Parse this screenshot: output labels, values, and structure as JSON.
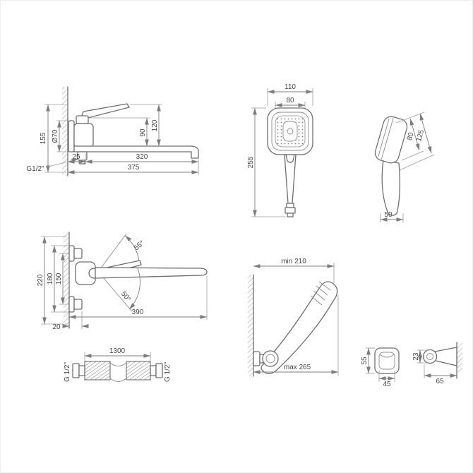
{
  "colors": {
    "line": "#6e6e6e",
    "dim_line": "#7d7d7d",
    "text": "#474747"
  },
  "drawing": {
    "views": {
      "wall_faucet": {
        "dims": {
          "total_height": "155",
          "escutcheon_diameter": "Ø70",
          "handle_height": "120",
          "body_height": "90",
          "wall_offset": "25",
          "spout_length": "320",
          "total_length": "375",
          "thread": "G1/2\""
        }
      },
      "handshower_front": {
        "dims": {
          "width": "110",
          "face_width": "80",
          "height": "255"
        }
      },
      "handshower_side": {
        "dims": {
          "face_length": "80",
          "head_length": "125",
          "bottom_width": "50"
        }
      },
      "wall_mixer": {
        "dims": {
          "total_height": "220",
          "outer_height": "180",
          "inlet_spacing": "150",
          "angle_up": "55°",
          "angle_down": "50°",
          "spout_length": "390",
          "wall_offset": "20"
        }
      },
      "hose": {
        "dims": {
          "length": "1300",
          "thread_left": "G 1/2\"",
          "thread_right": "G 1/2\""
        }
      },
      "holder_assembly": {
        "dims": {
          "min_reach": "min 210",
          "max_reach": "max 265"
        }
      },
      "holder_front": {
        "dims": {
          "height": "55",
          "width": "45"
        }
      },
      "holder_side": {
        "dims": {
          "height": "23",
          "depth": "65"
        }
      }
    }
  }
}
